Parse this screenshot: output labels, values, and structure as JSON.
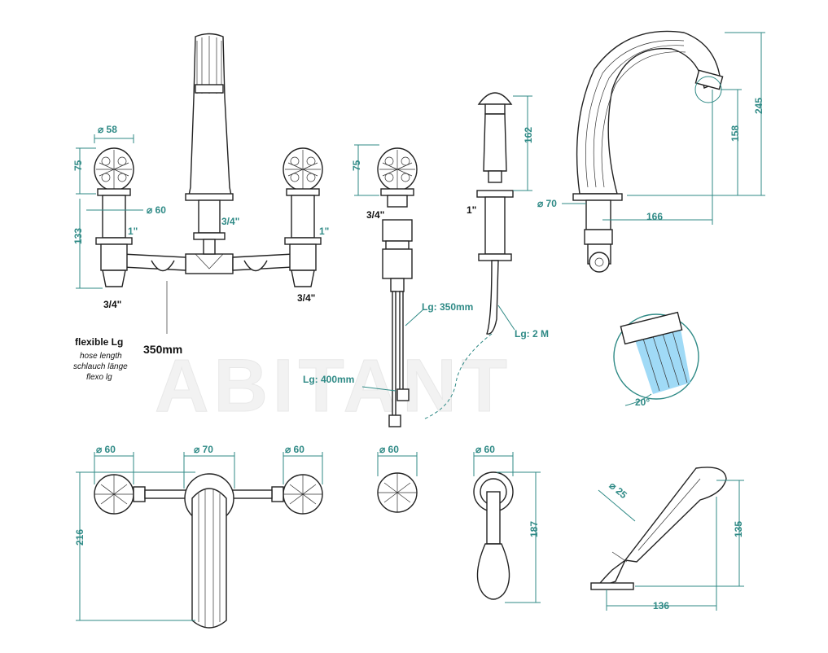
{
  "watermark": "ABITANT",
  "colors": {
    "dimension": "#2f8a86",
    "outline": "#222222",
    "spray": "#8fd3f4",
    "background": "#ffffff"
  },
  "labels": {
    "d58": "⌀ 58",
    "d60": "⌀ 60",
    "d70": "⌀ 70",
    "d25": "⌀ 25",
    "h75": "75",
    "h133": "133",
    "h162": "162",
    "h158": "158",
    "h245": "245",
    "w166": "166",
    "h216": "216",
    "h187": "187",
    "h135": "135",
    "w136": "136",
    "thread34": "3/4\"",
    "thread1": "1\"",
    "lg350": "Lg: 350mm",
    "lg400": "Lg: 400mm",
    "lg2m": "Lg: 2 M",
    "angle": "20°",
    "hose350": "350mm"
  },
  "flexible": {
    "title": "flexible Lg",
    "lines": [
      "hose length",
      "schlauch länge",
      "flexo lg"
    ]
  }
}
